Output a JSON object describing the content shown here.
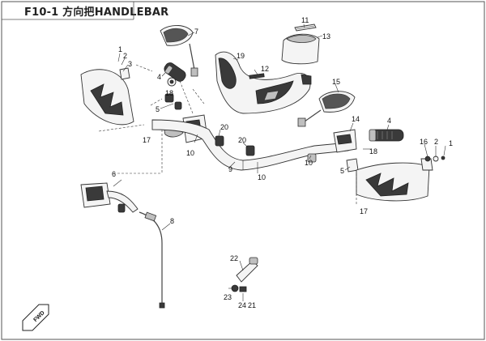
{
  "header": {
    "title": "F10-1 方向把HANDLEBAR"
  },
  "callouts": {
    "c1a": "1",
    "c2a": "2",
    "c3": "3",
    "c4a": "4",
    "c5a": "5",
    "c6": "6",
    "c7": "7",
    "c8": "8",
    "c9": "9",
    "c10a": "10",
    "c10b": "10",
    "c10c": "10",
    "c11": "11",
    "c12": "12",
    "c13": "13",
    "c14": "14",
    "c15": "15",
    "c16": "16",
    "c17a": "17",
    "c17b": "17",
    "c18a": "18",
    "c18b": "18",
    "c19": "19",
    "c20a": "20",
    "c20b": "20",
    "c21": "21",
    "c22": "22",
    "c23": "23",
    "c24": "24",
    "c1b": "1",
    "c2b": "2",
    "c4b": "4",
    "c5b": "5"
  },
  "fwd_marker": "FWD"
}
